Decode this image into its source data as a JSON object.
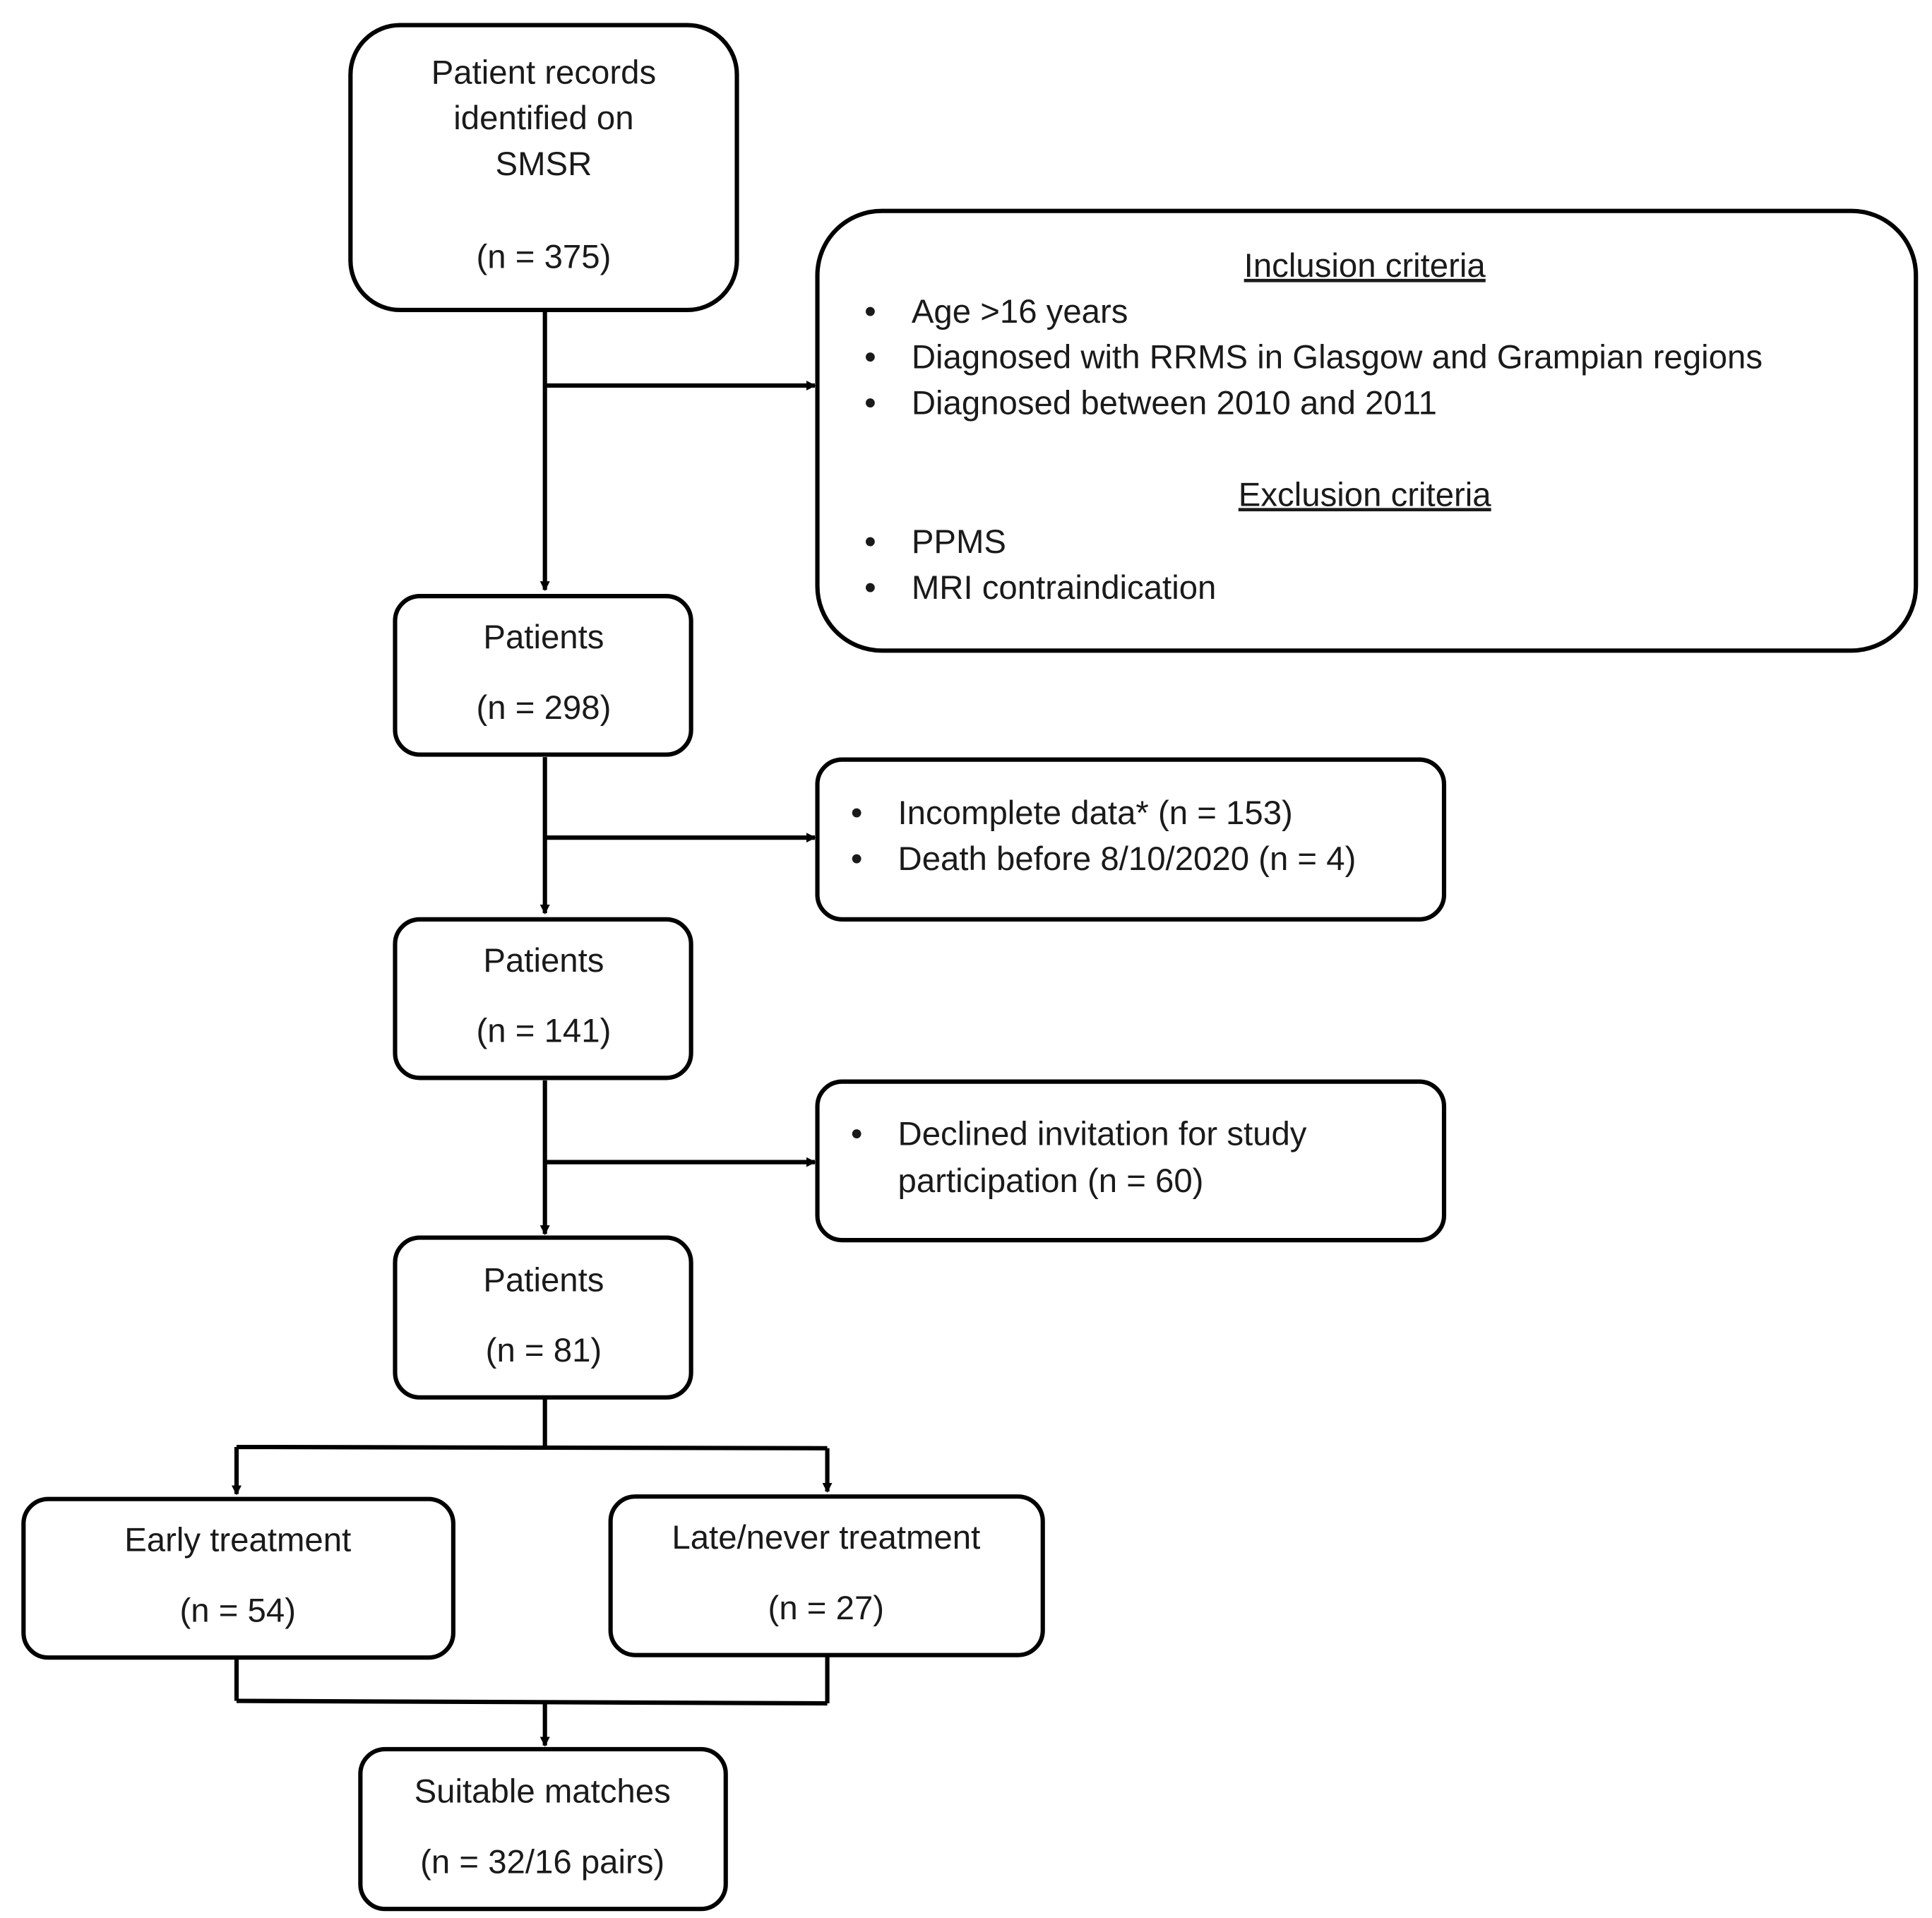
{
  "boxes": {
    "records": {
      "lines": [
        "Patient records",
        "identified on",
        "SMSR"
      ],
      "count": "(n = 375)"
    },
    "patients_298": {
      "label": "Patients",
      "count": "(n = 298)"
    },
    "patients_141": {
      "label": "Patients",
      "count": "(n = 141)"
    },
    "patients_81": {
      "label": "Patients",
      "count": "(n = 81)"
    },
    "early": {
      "label": "Early treatment",
      "count": "(n = 54)"
    },
    "late": {
      "label": "Late/never treatment",
      "count": "(n = 27)"
    },
    "matches": {
      "label": "Suitable matches",
      "count": "(n = 32/16 pairs)"
    }
  },
  "criteria": {
    "inclusion_title": "Inclusion criteria",
    "inclusion": [
      "Age >16 years",
      "Diagnosed with RRMS in Glasgow and Grampian regions",
      "Diagnosed between 2010 and 2011"
    ],
    "exclusion_title": "Exclusion criteria",
    "exclusion": [
      "PPMS",
      "MRI contraindication"
    ]
  },
  "exclusions_1": [
    "Incomplete data* (n = 153)",
    "Death before 8/10/2020 (n = 4)"
  ],
  "exclusions_2": {
    "lines": [
      "Declined invitation for study",
      "participation (n = 60)"
    ]
  },
  "bullet": "•"
}
